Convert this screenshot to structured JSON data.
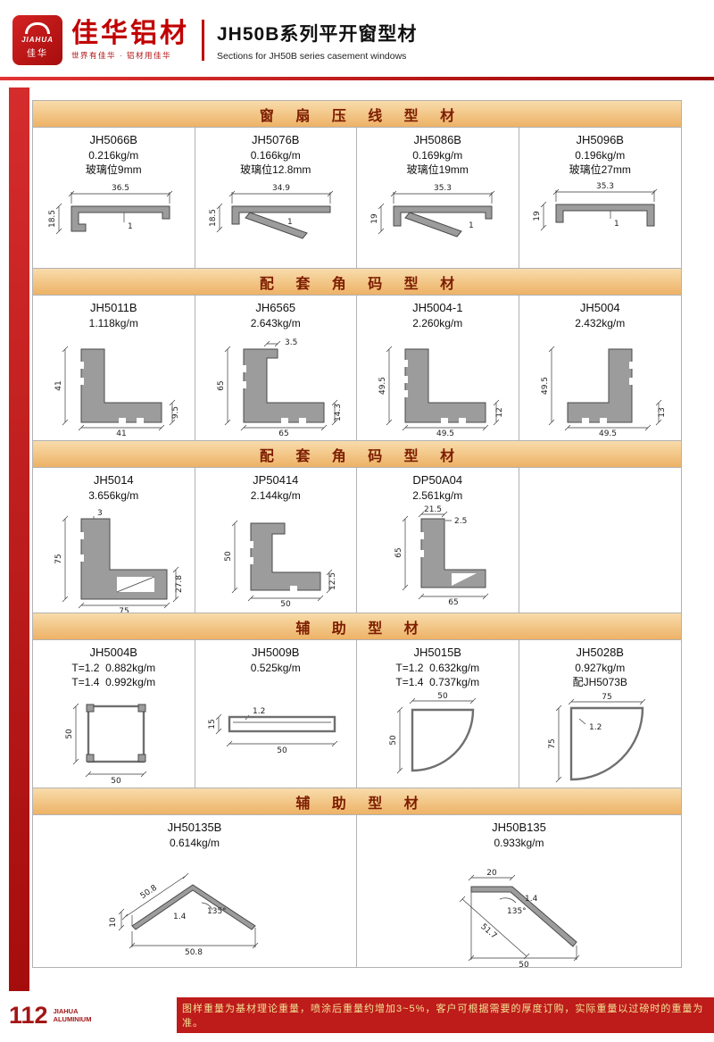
{
  "header": {
    "logo_en": "JIAHUA",
    "logo_cn": "佳华",
    "brand_name": "佳华铝材",
    "brand_slogan": "世界有佳华 · 铝材用佳华",
    "title_cn": "JH50B系列平开窗型材",
    "title_en": "Sections for JH50B series casement windows"
  },
  "footer": {
    "page_number": "112",
    "brand_line1": "JIAHUA",
    "brand_line2": "ALUMINIUM",
    "note": "图样重量为基材理论重量，喷涂后重量约增加3~5%，客户可根据需要的厚度订购，实际重量以过磅时的重量为准。"
  },
  "sections": [
    {
      "title": "窗 扇 压 线 型 材",
      "cells": [
        {
          "model": "JH5066B",
          "lines": [
            "0.216kg/m",
            "玻璃位9mm"
          ],
          "dims": {
            "w": "36.5",
            "h": "18.5",
            "t": "1"
          }
        },
        {
          "model": "JH5076B",
          "lines": [
            "0.166kg/m",
            "玻璃位12.8mm"
          ],
          "dims": {
            "w": "34.9",
            "h": "18.5",
            "t": "1"
          }
        },
        {
          "model": "JH5086B",
          "lines": [
            "0.169kg/m",
            "玻璃位19mm"
          ],
          "dims": {
            "w": "35.3",
            "h": "19",
            "t": "1"
          }
        },
        {
          "model": "JH5096B",
          "lines": [
            "0.196kg/m",
            "玻璃位27mm"
          ],
          "dims": {
            "w": "35.3",
            "h": "19",
            "t": "1"
          }
        }
      ]
    },
    {
      "title": "配 套 角 码 型 材",
      "cells": [
        {
          "model": "JH5011B",
          "lines": [
            "1.118kg/m"
          ],
          "dims": {
            "h": "41",
            "w": "41",
            "r": "9.5"
          }
        },
        {
          "model": "JH6565",
          "lines": [
            "2.643kg/m"
          ],
          "dims": {
            "h": "65",
            "w": "65",
            "r": "14.3",
            "t": "3.5"
          }
        },
        {
          "model": "JH5004-1",
          "lines": [
            "2.260kg/m"
          ],
          "dims": {
            "h": "49.5",
            "w": "49.5",
            "r": "12"
          }
        },
        {
          "model": "JH5004",
          "lines": [
            "2.432kg/m"
          ],
          "dims": {
            "h": "49.5",
            "w": "49.5",
            "r": "13"
          }
        }
      ]
    },
    {
      "title": "配 套 角 码 型 材",
      "cells": [
        {
          "model": "JH5014",
          "lines": [
            "3.656kg/m"
          ],
          "dims": {
            "h": "75",
            "w": "75",
            "r": "27.8",
            "t": "3"
          }
        },
        {
          "model": "JP50414",
          "lines": [
            "2.144kg/m"
          ],
          "dims": {
            "h": "50",
            "w": "50",
            "r": "12.5"
          }
        },
        {
          "model": "DP50A04",
          "lines": [
            "2.561kg/m"
          ],
          "dims": {
            "tw": "21.5",
            "t": "2.5",
            "h": "65",
            "w": "65"
          }
        }
      ]
    },
    {
      "title": "辅 助 型 材",
      "cells": [
        {
          "model": "JH5004B",
          "lines": [
            "T=1.2  0.882kg/m",
            "T=1.4  0.992kg/m"
          ],
          "dims": {
            "h": "50",
            "w": "50"
          }
        },
        {
          "model": "JH5009B",
          "lines": [
            "0.525kg/m"
          ],
          "dims": {
            "h": "15",
            "t": "1.2",
            "w": "50"
          }
        },
        {
          "model": "JH5015B",
          "lines": [
            "T=1.2  0.632kg/m",
            "T=1.4  0.737kg/m"
          ],
          "dims": {
            "w": "50",
            "h": "50"
          }
        },
        {
          "model": "JH5028B",
          "lines": [
            "0.927kg/m",
            "配JH5073B"
          ],
          "dims": {
            "w": "75",
            "h": "75",
            "t": "1.2"
          }
        }
      ]
    },
    {
      "title": "辅 助 型 材",
      "cells": [
        {
          "model": "JH50135B",
          "lines": [
            "0.614kg/m"
          ],
          "dims": {
            "s": "50.8",
            "h": "10",
            "t": "1.4",
            "angle": "135°",
            "w": "50.8"
          }
        },
        {
          "model": "JH50B135",
          "lines": [
            "0.933kg/m"
          ],
          "dims": {
            "a": "20",
            "t": "1.4",
            "s": "51.7",
            "angle": "135°",
            "w": "50"
          }
        }
      ]
    }
  ]
}
